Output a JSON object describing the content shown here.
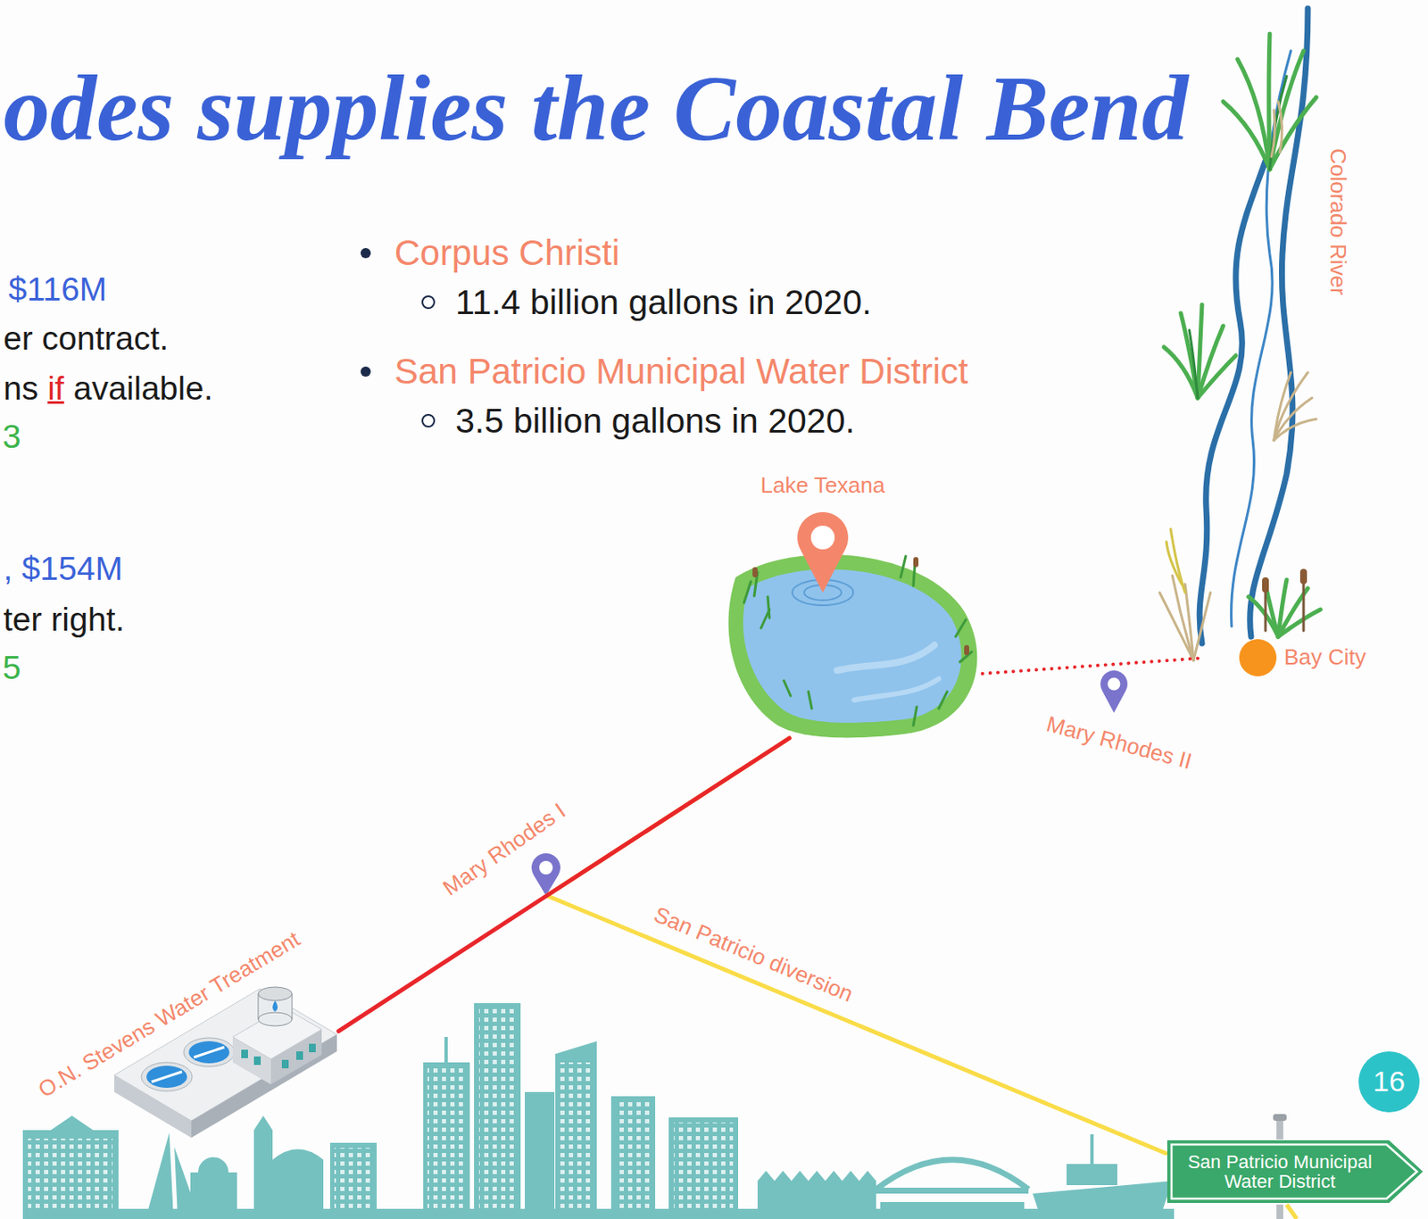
{
  "diagram": {
    "title": "odes supplies the Coastal Bend",
    "nodes": [
      {
        "text": [
          "Lake Texana"
        ]
      },
      {
        "text": [
          "Bay City"
        ]
      },
      {
        "text": [
          "O.N. Stevens Water Treatment"
        ]
      },
      {
        "text": [
          "16"
        ]
      },
      {
        "text": [
          "San Patricio Municipal Water District"
        ]
      }
    ],
    "edges": [
      {
        "from": 1,
        "to": 0,
        "arrow": "none",
        "label": "Mary Rhodes II"
      },
      {
        "from": 0,
        "to": 2,
        "arrow": "none",
        "label": "Mary Rhodes I"
      },
      {
        "from": 0,
        "to": 4,
        "arrow": "none",
        "label": "San Patricio diversion"
      }
    ],
    "labels": [
      "$116M",
      "er contract.",
      "ns",
      "if",
      "available.",
      "3",
      ", $154M",
      "ter right.",
      "5",
      "Corpus Christi",
      "11.4 billion gallons in 2020.",
      "San Patricio Municipal Water District",
      "3.5 billion gallons in 2020.",
      "Colorado River"
    ]
  }
}
